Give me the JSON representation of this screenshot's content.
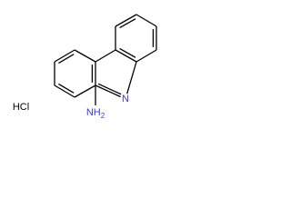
{
  "structure": {
    "ring_nitrogen": "N",
    "amine_label": "NH",
    "amine_subscript": "2",
    "salt_label": "HCl"
  },
  "colors": {
    "bond": "#000000",
    "nitrogen": "#3333ff",
    "salt": "#000000",
    "background": "#ffffff"
  }
}
